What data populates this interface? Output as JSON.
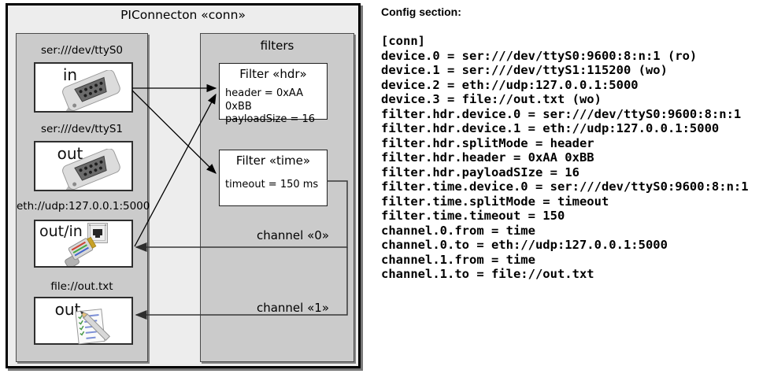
{
  "diagram": {
    "title": "PIConnecton «conn»",
    "devices": [
      {
        "label": "ser:///dev/ttyS0",
        "direction": "in",
        "icon": "serial-connector-icon"
      },
      {
        "label": "ser:///dev/ttyS1",
        "direction": "out",
        "icon": "serial-connector-icon"
      },
      {
        "label": "eth://udp:127.0.0.1:5000",
        "direction": "out/in",
        "icon": "ethernet-plug-icon"
      },
      {
        "label": "file://out.txt",
        "direction": "out",
        "icon": "notepad-icon"
      }
    ],
    "filters_panel": {
      "title": "filters",
      "filters": [
        {
          "title": "Filter «hdr»",
          "properties": [
            "header = 0xAA 0xBB",
            "payloadSize = 16"
          ]
        },
        {
          "title": "Filter «time»",
          "properties": [
            "timeout = 150 ms"
          ]
        }
      ]
    },
    "channels": [
      {
        "label": "channel «0»"
      },
      {
        "label": "channel «1»"
      }
    ]
  },
  "config": {
    "heading": "Config section:",
    "body": [
      "[conn]",
      "device.0 = ser:///dev/ttyS0:9600:8:n:1 (ro)",
      "device.1 = ser:///dev/ttyS1:115200 (wo)",
      "device.2 = eth://udp:127.0.0.1:5000",
      "device.3 = file://out.txt (wo)",
      "filter.hdr.device.0 = ser:///dev/ttyS0:9600:8:n:1",
      "filter.hdr.device.1 = eth://udp:127.0.0.1:5000",
      "filter.hdr.splitMode = header",
      "filter.hdr.header = 0xAA 0xBB",
      "filter.hdr.payloadSIze = 16",
      "filter.time.device.0 = ser:///dev/ttyS0:9600:8:n:1",
      "filter.time.splitMode = timeout",
      "filter.time.timeout = 150",
      "channel.0.from = time",
      "channel.0.to = eth://udp:127.0.0.1:5000",
      "channel.1.from = time",
      "channel.1.to = file://out.txt"
    ]
  },
  "colors": {
    "outer_box_bg": "#ededed",
    "panel_bg": "#cbcbcb",
    "box_bg": "#ffffff",
    "line": "#000000",
    "wire": "#3a3a3a"
  }
}
